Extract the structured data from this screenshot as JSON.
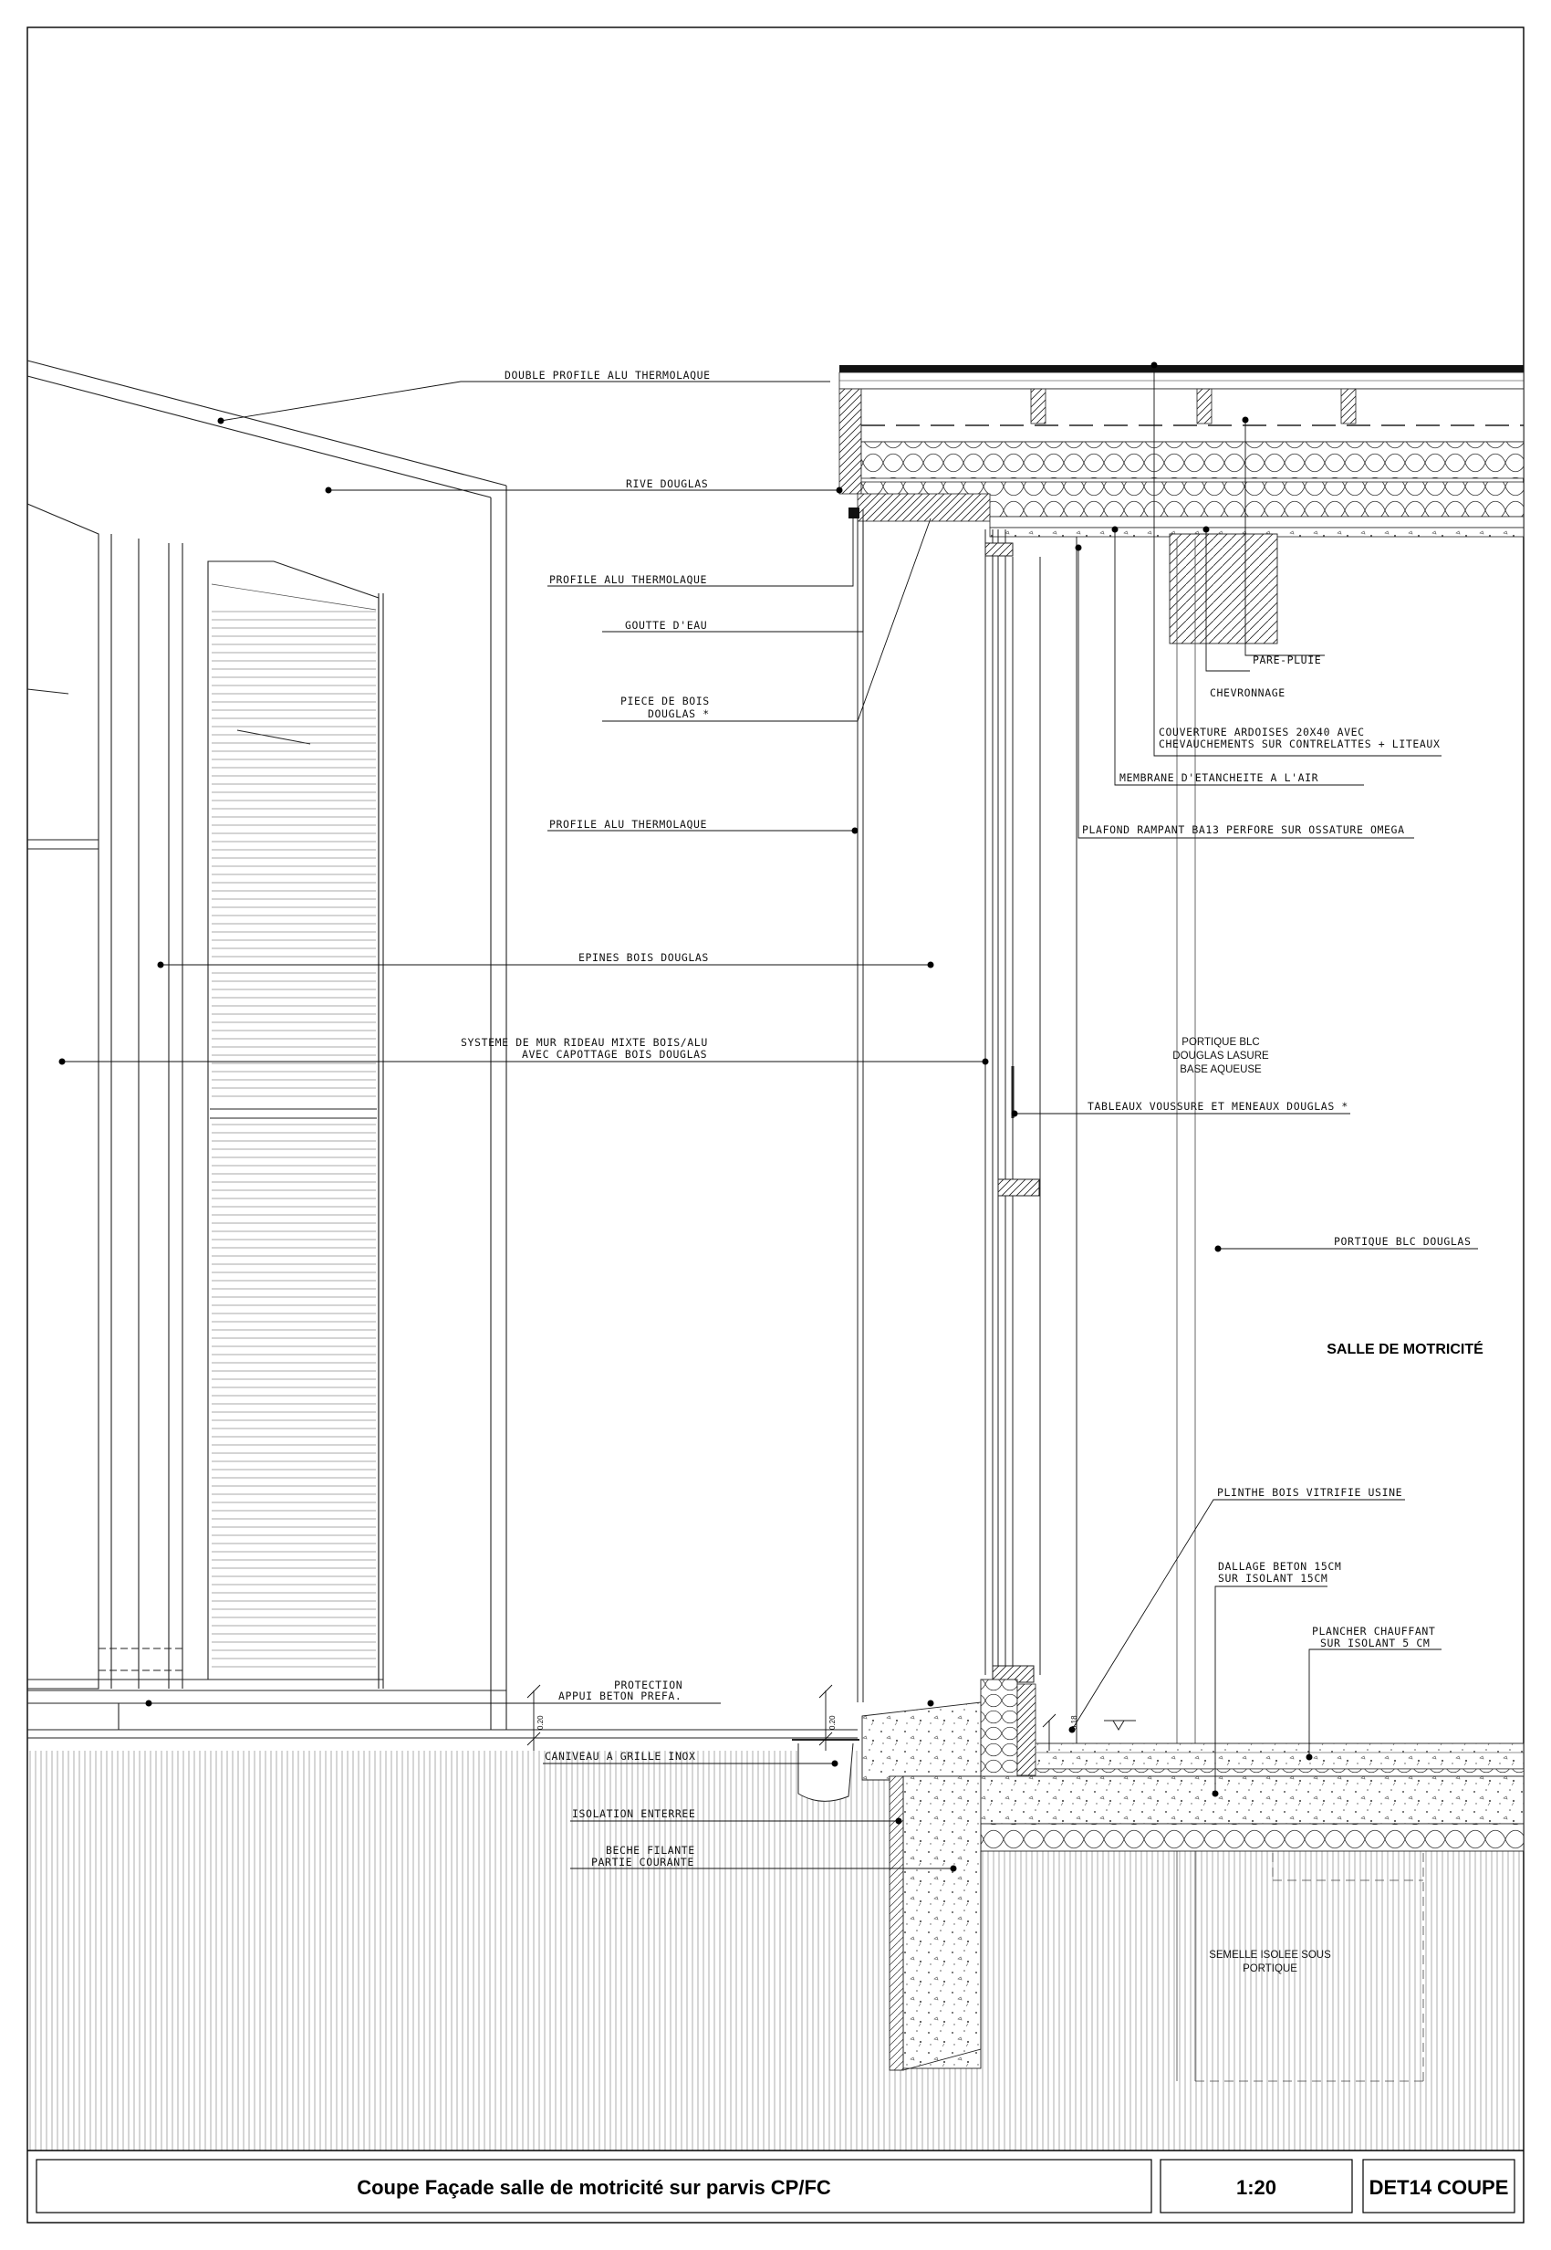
{
  "drawing": {
    "title": "Coupe Façade salle de motricité sur parvis CP/FC",
    "scale": "1:20",
    "reference": "DET14 COUPE",
    "room_name": "SALLE DE MOTRICITÉ"
  },
  "labels": {
    "double_profile": "DOUBLE PROFILE ALU THERMOLAQUE",
    "rive_douglas": "RIVE DOUGLAS",
    "profile_alu_1": "PROFILE ALU THERMOLAQUE",
    "goutte_eau": "GOUTTE D'EAU",
    "piece_bois_1": "PIECE DE BOIS",
    "piece_bois_2": "DOUGLAS *",
    "profile_alu_2": "PROFILE ALU THERMOLAQUE",
    "epines": "EPINES BOIS DOUGLAS",
    "mur_rideau_1": "SYSTEME DE MUR RIDEAU MIXTE BOIS/ALU",
    "mur_rideau_2": "AVEC CAPOTTAGE BOIS DOUGLAS",
    "pare_pluie": "PARE-PLUIE",
    "chevronnage": "CHEVRONNAGE",
    "couverture_1": "COUVERTURE ARDOISES 20X40 AVEC",
    "couverture_2": "CHEVAUCHEMENTS SUR CONTRELATTES + LITEAUX",
    "membrane": "MEMBRANE D'ETANCHEITE A L'AIR",
    "plafond": "PLAFOND RAMPANT BA13 PERFORE SUR OSSATURE OMEGA",
    "portique_lasure_1": "PORTIQUE BLC",
    "portique_lasure_2": "DOUGLAS LASURE",
    "portique_lasure_3": "BASE AQUEUSE",
    "tableaux": "TABLEAUX VOUSSURE ET MENEAUX DOUGLAS *",
    "portique_douglas": "PORTIQUE BLC DOUGLAS",
    "plinthe": "PLINTHE BOIS VITRIFIE USINE",
    "dallage_1": "DALLAGE BETON 15CM",
    "dallage_2": "SUR ISOLANT 15CM",
    "plancher_1": "PLANCHER CHAUFFANT",
    "plancher_2": "SUR ISOLANT 5 CM",
    "protection_1": "PROTECTION",
    "protection_2": "APPUI BETON PREFA.",
    "caniveau": "CANIVEAU A GRILLE INOX",
    "isolation": "ISOLATION ENTERREE",
    "beche_1": "BECHE FILANTE",
    "beche_2": "PARTIE COURANTE",
    "semelle_1": "SEMELLE ISOLEE SOUS",
    "semelle_2": "PORTIQUE"
  },
  "dimensions": {
    "d1": "0.20",
    "d2": "0.20",
    "d3": "0.18"
  }
}
